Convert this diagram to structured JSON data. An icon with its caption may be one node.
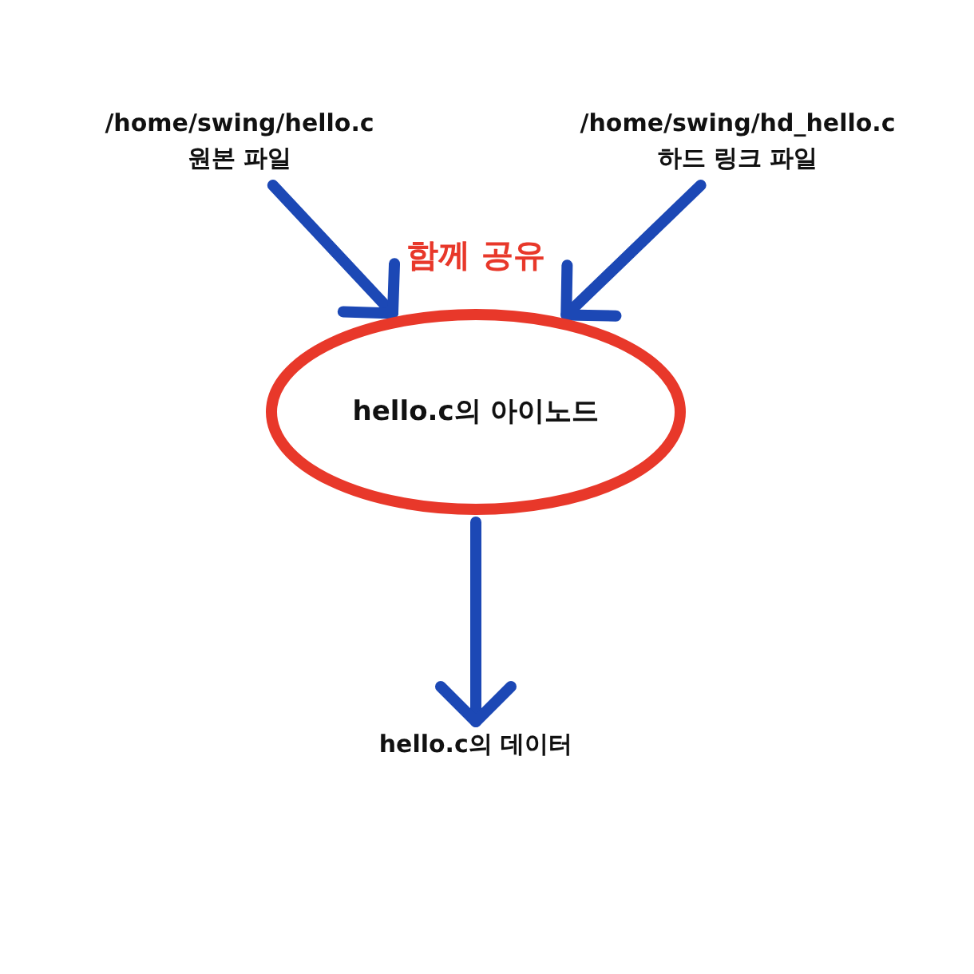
{
  "diagram": {
    "nodes": [
      {
        "text": [
          "/home/swing/hello.c",
          "원본 파일"
        ]
      },
      {
        "text": [
          "/home/swing/hd_hello.c",
          "하드 링크 파일"
        ]
      },
      {
        "text": [
          "hello.c의 아이노드"
        ]
      },
      {
        "text": [
          "hello.c의 데이터"
        ]
      }
    ],
    "edges": [
      {
        "from": 0,
        "to": 2,
        "arrow": "to"
      },
      {
        "from": 1,
        "to": 2,
        "arrow": "to"
      },
      {
        "from": 2,
        "to": 3,
        "arrow": "to"
      }
    ],
    "labels": [
      "함께 공유"
    ]
  }
}
